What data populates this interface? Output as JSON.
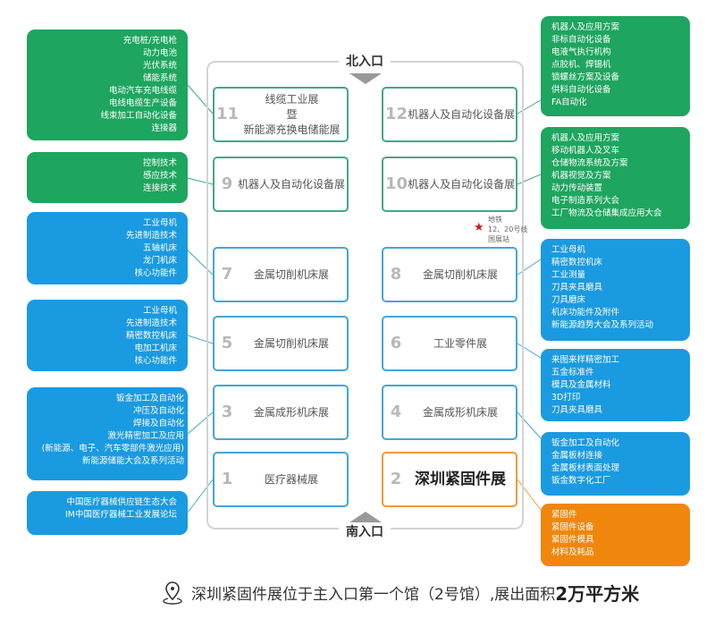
{
  "gates": {
    "north": "北入口",
    "south": "南入口"
  },
  "halls": [
    {
      "num": "11",
      "name": [
        "线缆工业展",
        "暨",
        "新能源充换电储能展"
      ],
      "color": "green"
    },
    {
      "num": "12",
      "name": [
        "机器人及自动化设备展"
      ],
      "color": "green"
    },
    {
      "num": "9",
      "name": [
        "机器人及自动化设备展"
      ],
      "color": "green"
    },
    {
      "num": "10",
      "name": [
        "机器人及自动化设备展"
      ],
      "color": "green"
    },
    {
      "num": "7",
      "name": [
        "金属切削机床展"
      ],
      "color": "blue"
    },
    {
      "num": "8",
      "name": [
        "金属切削机床展"
      ],
      "color": "blue"
    },
    {
      "num": "5",
      "name": [
        "金属切削机床展"
      ],
      "color": "blue"
    },
    {
      "num": "6",
      "name": [
        "工业零件展"
      ],
      "color": "blue"
    },
    {
      "num": "3",
      "name": [
        "金属成形机床展"
      ],
      "color": "blue"
    },
    {
      "num": "4",
      "name": [
        "金属成形机床展"
      ],
      "color": "blue"
    },
    {
      "num": "1",
      "name": [
        "医疗器械展"
      ],
      "color": "blue"
    },
    {
      "num": "2",
      "name": [
        "深圳紧固件展"
      ],
      "color": "orange"
    }
  ],
  "left_boxes": [
    {
      "items": [
        "充电桩/充电枪",
        "动力电池",
        "光伏系统",
        "储能系统",
        "电动汽车充电线缆",
        "电线电缆生产设备",
        "线束加工自动化设备",
        "连接器"
      ]
    },
    {
      "items": [
        "控制技术",
        "感应技术",
        "连接技术"
      ]
    },
    {
      "items": [
        "工业母机",
        "先进制造技术",
        "五轴机床",
        "龙门机床",
        "核心功能件"
      ]
    },
    {
      "items": [
        "工业母机",
        "先进制造技术",
        "精密数控机床",
        "电加工机床",
        "核心功能件"
      ]
    },
    {
      "items": [
        "钣金加工及自动化",
        "冲压及自动化",
        "焊接及自动化",
        "激光精密加工及应用",
        "(新能源、电子、汽车零部件激光应用)",
        "新能源储能大会及系列活动"
      ]
    },
    {
      "items": [
        "中国医疗器械供应链生态大会",
        "IM中国医疗器械工业发展论坛"
      ]
    }
  ],
  "right_boxes": [
    {
      "items": [
        "机器人及应用方案",
        "非标自动化设备",
        "电液气执行机构",
        "点胶机、焊锡机",
        "锁螺丝方案及设备",
        "供料自动化设备",
        "FA自动化"
      ]
    },
    {
      "items": [
        "机器人及应用方案",
        "移动机器人及叉车",
        "仓储物流系统及方案",
        "机器视觉及方案",
        "动力传动装置",
        "电子制造系列大会",
        "工厂物流及仓储集成应用大会"
      ]
    },
    {
      "items": [
        "工业母机",
        "精密数控机床",
        "工业测量",
        "刀具夹具磨具",
        "刀具磨床",
        "机床功能件及附件",
        "新能源趋势大会及系列活动"
      ]
    },
    {
      "items": [
        "来图来样精密加工",
        "五金标准件",
        "模具及金属材料",
        "3D打印",
        "刀具夹具磨具"
      ]
    },
    {
      "items": [
        "钣金加工及自动化",
        "金属板材连接",
        "金属板材表面处理",
        "钣金数字化工厂"
      ]
    },
    {
      "items": [
        "紧固件",
        "紧固件设备",
        "紧固件模具",
        "材料及耗品"
      ]
    }
  ],
  "metro": [
    "地铁",
    "12、20号线",
    "国展站"
  ],
  "footer": {
    "text": "深圳紧固件展位于主入口第一个馆（2号馆）,展出面积",
    "highlight": "2万平方米"
  },
  "colors": {
    "green": "#1ea55f",
    "blue": "#1a9ae0",
    "orange": "#f0870c"
  }
}
